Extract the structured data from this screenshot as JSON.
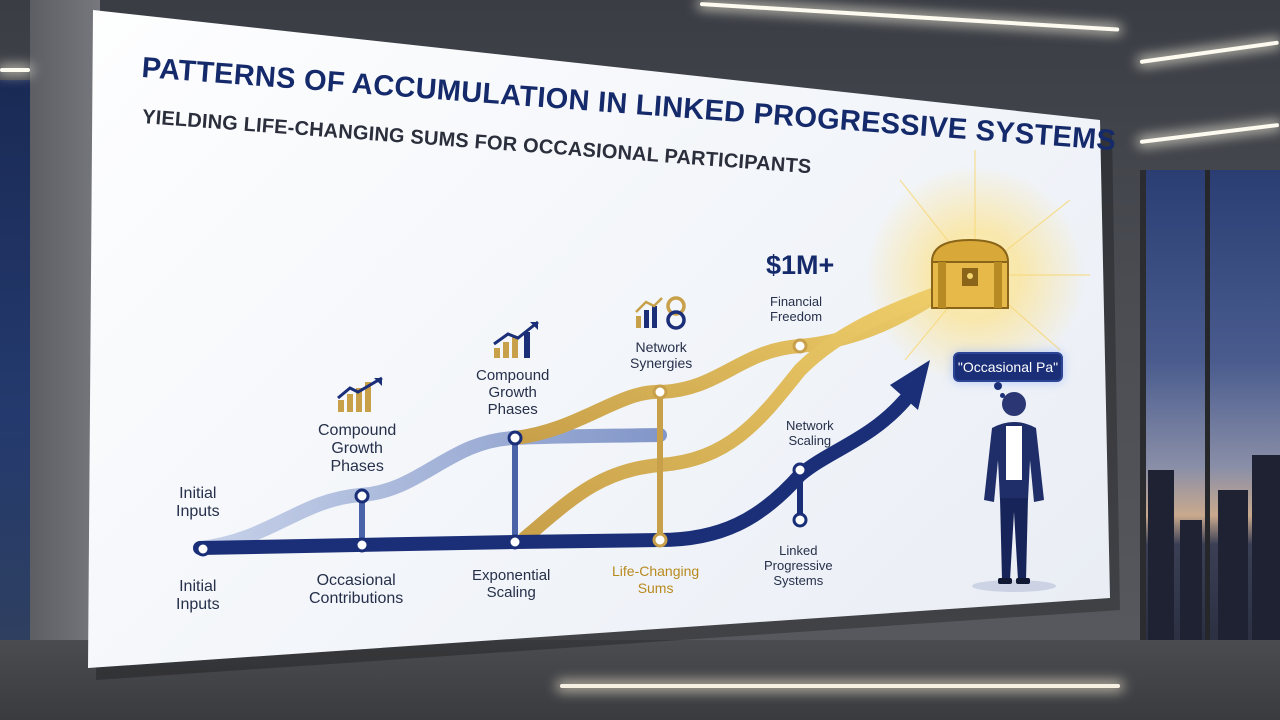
{
  "title": "PATTERNS OF ACCUMULATION IN LINKED PROGRESSIVE SYSTEMS",
  "subtitle": "YIELDING LIFE-CHANGING SUMS FOR OCCASIONAL PARTICIPANTS",
  "labels": {
    "initial_inputs_top": "Initial\nInputs",
    "initial_inputs_bottom": "Initial\nInputs",
    "compound_growth_1": "Compound\nGrowth\nPhases",
    "compound_growth_2": "Compound\nGrowth\nPhases",
    "network_synergies": "Network\nSynergies",
    "financial_freedom": "Financial\nFreedom",
    "network_scaling": "Network\nScaling",
    "occasional_contributions": "Occasional\nContributions",
    "exponential_scaling": "Exponential\nScaling",
    "life_changing_sums": "Life-Changing\nSums",
    "linked_progressive_systems": "Linked\nProgressive\nSystems"
  },
  "money": "$1M+",
  "speech_bubble": "\"Occasional Pa\"",
  "colors": {
    "navy": "#1a2f78",
    "gold": "#d4a63a",
    "light_blue": "#9fb3d9",
    "text": "#26304a"
  },
  "icons": [
    "growth-chart-icon",
    "growth-chart-icon",
    "network-growth-icon",
    "treasure-chest-icon",
    "person-figure"
  ]
}
